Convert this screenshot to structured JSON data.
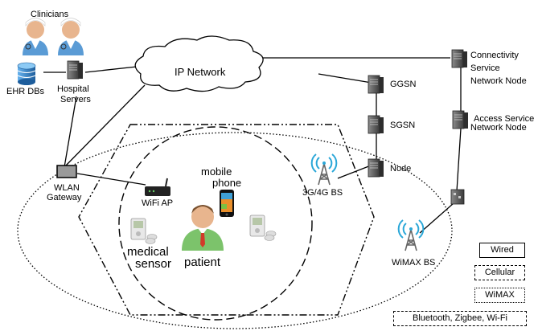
{
  "labels": {
    "clinicians": "Clinicians",
    "ehr": "EHR DBs",
    "hospital_line1": "Hospital",
    "hospital_line2": "Servers",
    "ip_network": "IP Network",
    "csn_line1": "Connectivity",
    "csn_line2": "Service",
    "csn_line3": "Network Node",
    "ggsn": "GGSN",
    "sgsn": "SGSN",
    "asn_line1": "Access Service",
    "asn_line2": "Network Node",
    "node": "Node",
    "bs_3g4g": "3G/4G BS",
    "wimax_bs": "WiMAX BS",
    "wlan_line1": "WLAN",
    "wlan_line2": "Gateway",
    "wifi_ap": "WiFi AP",
    "mobile_line1": "mobile",
    "mobile_line2": "phone",
    "medical_line1": "medical",
    "medical_line2": "sensor",
    "patient": "patient"
  },
  "legend": {
    "wired": "Wired",
    "cellular": "Cellular",
    "wimax": "WiMAX",
    "short_range": "Bluetooth, Zigbee, Wi-Fi"
  },
  "colors": {
    "server": "#555555",
    "db": "#2f7fc4",
    "doctor_skin": "#e8b58e",
    "doctor_coat": "#5a9bd5",
    "patient_shirt": "#7cc36b",
    "patient_tie": "#d23a2a",
    "antenna": "#2aa7d8",
    "router": "#222222"
  }
}
